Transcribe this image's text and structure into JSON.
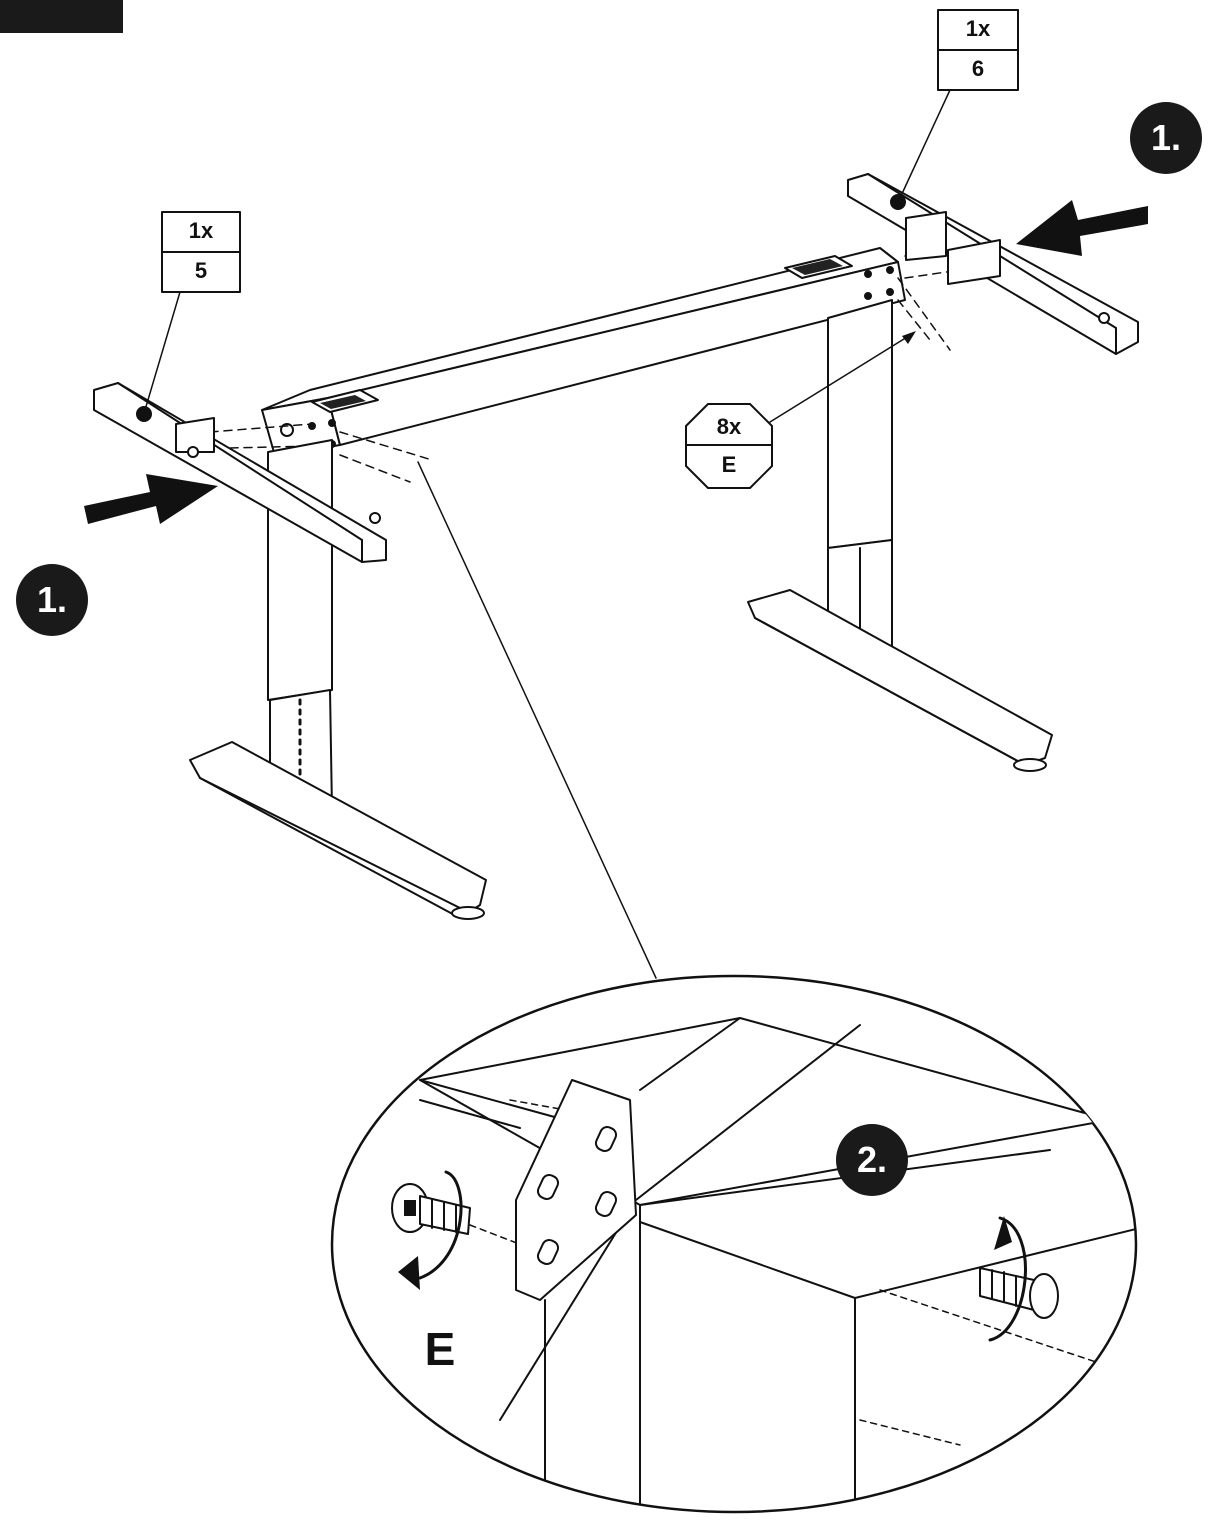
{
  "callouts": {
    "part5": {
      "qty": "1x",
      "part": "5"
    },
    "part6": {
      "qty": "1x",
      "part": "6"
    },
    "screw": {
      "qty": "8x",
      "part": "E"
    }
  },
  "steps": {
    "step1": "1.",
    "step2": "2."
  },
  "detail": {
    "screw_label": "E"
  },
  "colors": {
    "ink": "#111111",
    "badge": "#1a1a1a",
    "paper": "#ffffff"
  }
}
